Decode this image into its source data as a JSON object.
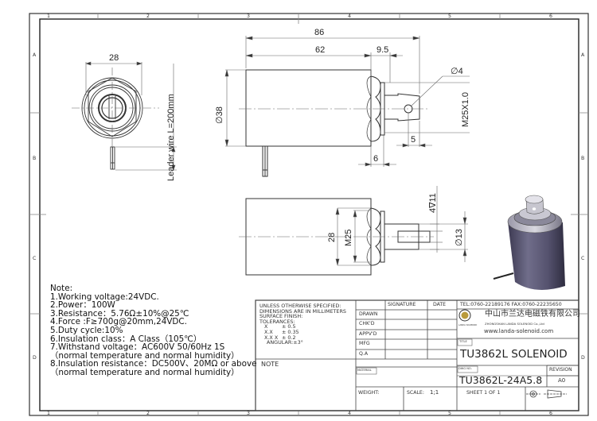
{
  "frame": {
    "column_labels": [
      "1",
      "2",
      "3",
      "4",
      "5",
      "6"
    ],
    "row_labels": [
      "A",
      "B",
      "C",
      "D"
    ]
  },
  "dimensions": {
    "end_view_width": "28",
    "leader_wire": "Leader wire L=200mm",
    "overall_length": "86",
    "body_length": "62",
    "nut_offset": "9.5",
    "pin_hole": "∅4",
    "body_diameter": "∅38",
    "thread": "M25X1.0",
    "hole_offset": "5",
    "nut_width": "6",
    "nut_flats": "28",
    "thread_small": "M25",
    "slot_depth": "4∇11",
    "plunger_diameter": "∅13"
  },
  "notes": {
    "title": "Note:",
    "items": [
      "1.Working voltage:24VDC.",
      "2.Power：100W",
      "3.Resistance：5.76Ω±10%@25℃",
      "4.Force :F≥700g@20mm,24VDC.",
      "5.Duty cycle:10%",
      "6.Insulation class：A  Class（105℃）",
      "7.Withstand voltage：AC600V 50/60Hz 1S",
      "（normal temperature and normal humidity）",
      "8.Insulation resistance：DC500V、20MΩ or above",
      "（normal temperature and normal humidity）"
    ]
  },
  "title_block": {
    "spec_lines": [
      "UNLESS OTHERWISE SPECIFIED:",
      "DIMENSIONS ARE IN MILLIMETERS",
      "SURFACE FINISH:",
      "TOLERANCES:"
    ],
    "tolerances": [
      {
        "k": "X",
        "v": "± 0.5"
      },
      {
        "k": "X.X",
        "v": "± 0.35"
      },
      {
        "k": "X.X X",
        "v": "± 0.2"
      }
    ],
    "angular": "ANGULAR:±3°",
    "note_label": "NOTE",
    "signature_header": "SIGNATURE",
    "date_header": "DATE",
    "roles": [
      "DRAWN",
      "CHK'D",
      "APPV'D",
      "MFG",
      "Q.A"
    ],
    "material_label": "MATERIAL",
    "weight_label": "WEIGHT:",
    "scale_label": "SCALE:",
    "scale_value": "1;1",
    "contact": "TEL:0760-22189176  FAX:0760-22235650",
    "company_cn": "中山市兰达电磁铁有限公司",
    "company_en": "ZHONGSHAN LANDA SOLENOID Co.,Ltd",
    "logo_caption": "LANDA SOLENOID",
    "website": "www.landa-solenoid.com",
    "title_label": "TITLE",
    "title": "TU3862L SOLENOID",
    "dwg_label": "DWG NO.",
    "dwg_no": "TU3862L-24A5.8",
    "revision_label": "REVISION",
    "revision": "A0",
    "sheet": "SHEET 1 OF 1"
  }
}
